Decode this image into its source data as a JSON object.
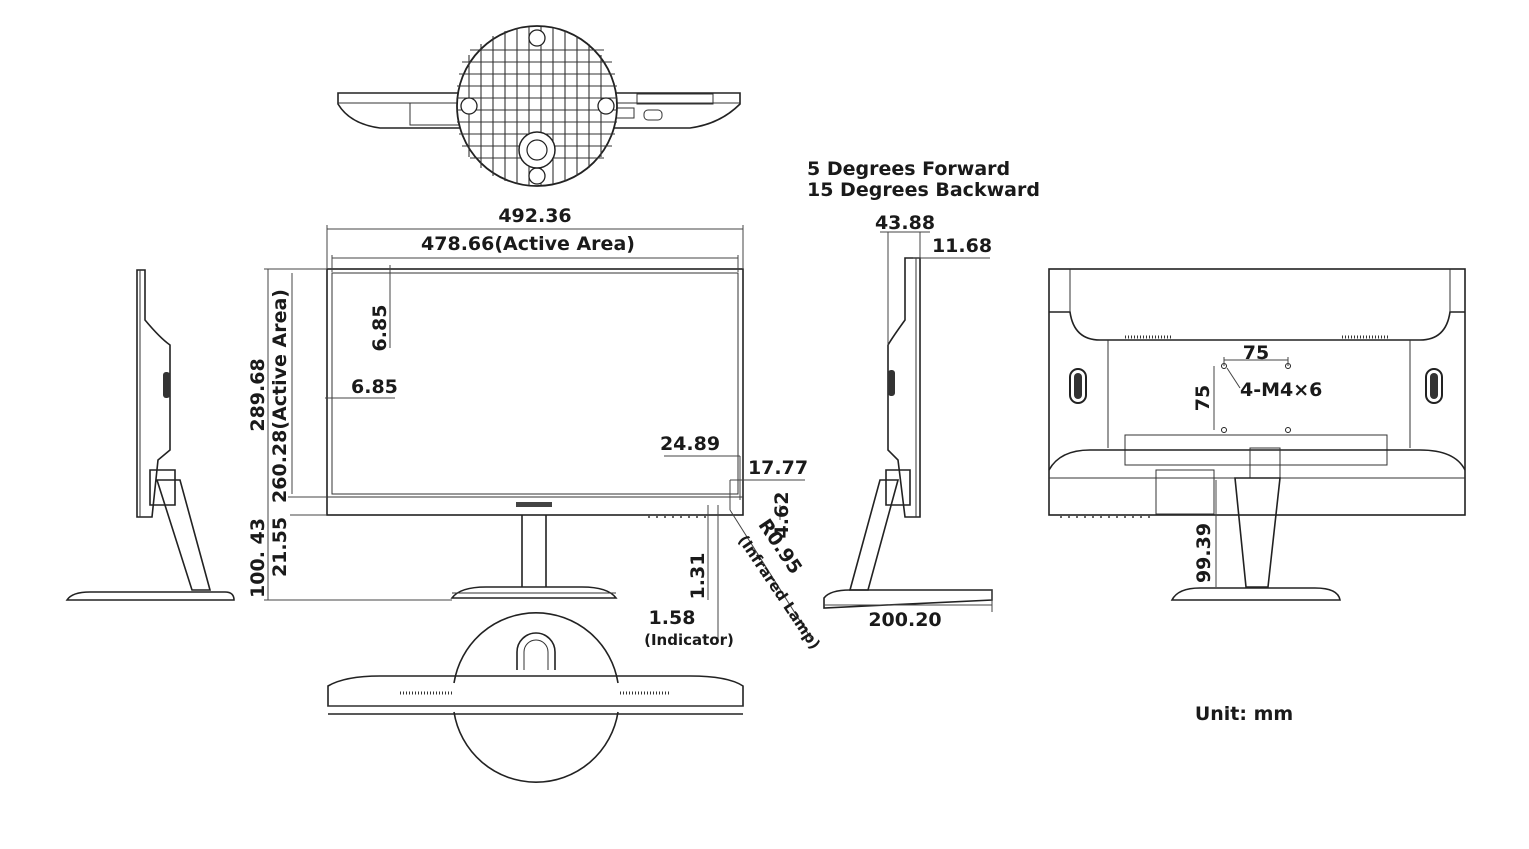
{
  "tilt": {
    "forward": "5 Degrees Forward",
    "backward": "15 Degrees Backward"
  },
  "front": {
    "overall_width": "492.36",
    "active_width": "478.66(Active Area)",
    "top_bezel": "6.85",
    "side_bezel": "6.85",
    "overall_height": "289.68",
    "active_height": "260.28(Active Area)",
    "stand_height": "100. 43",
    "bottom_bezel": "21.55",
    "ir_offset": "24.89",
    "indicator_offset": "17.77",
    "small_dim": "4.62",
    "gap": "1.31",
    "indicator_size": "1.58",
    "indicator_label": "(Indicator)",
    "ir_radius": "R0.95",
    "ir_label": "(Infrared Lamp)"
  },
  "side": {
    "depth_top": "43.88",
    "panel_thickness": "11.68",
    "base_depth": "200.20"
  },
  "rear": {
    "vesa_h": "75",
    "vesa_v": "75",
    "screws": "4-M4×6",
    "stand_dim": "99.39"
  },
  "unit": "Unit: mm"
}
